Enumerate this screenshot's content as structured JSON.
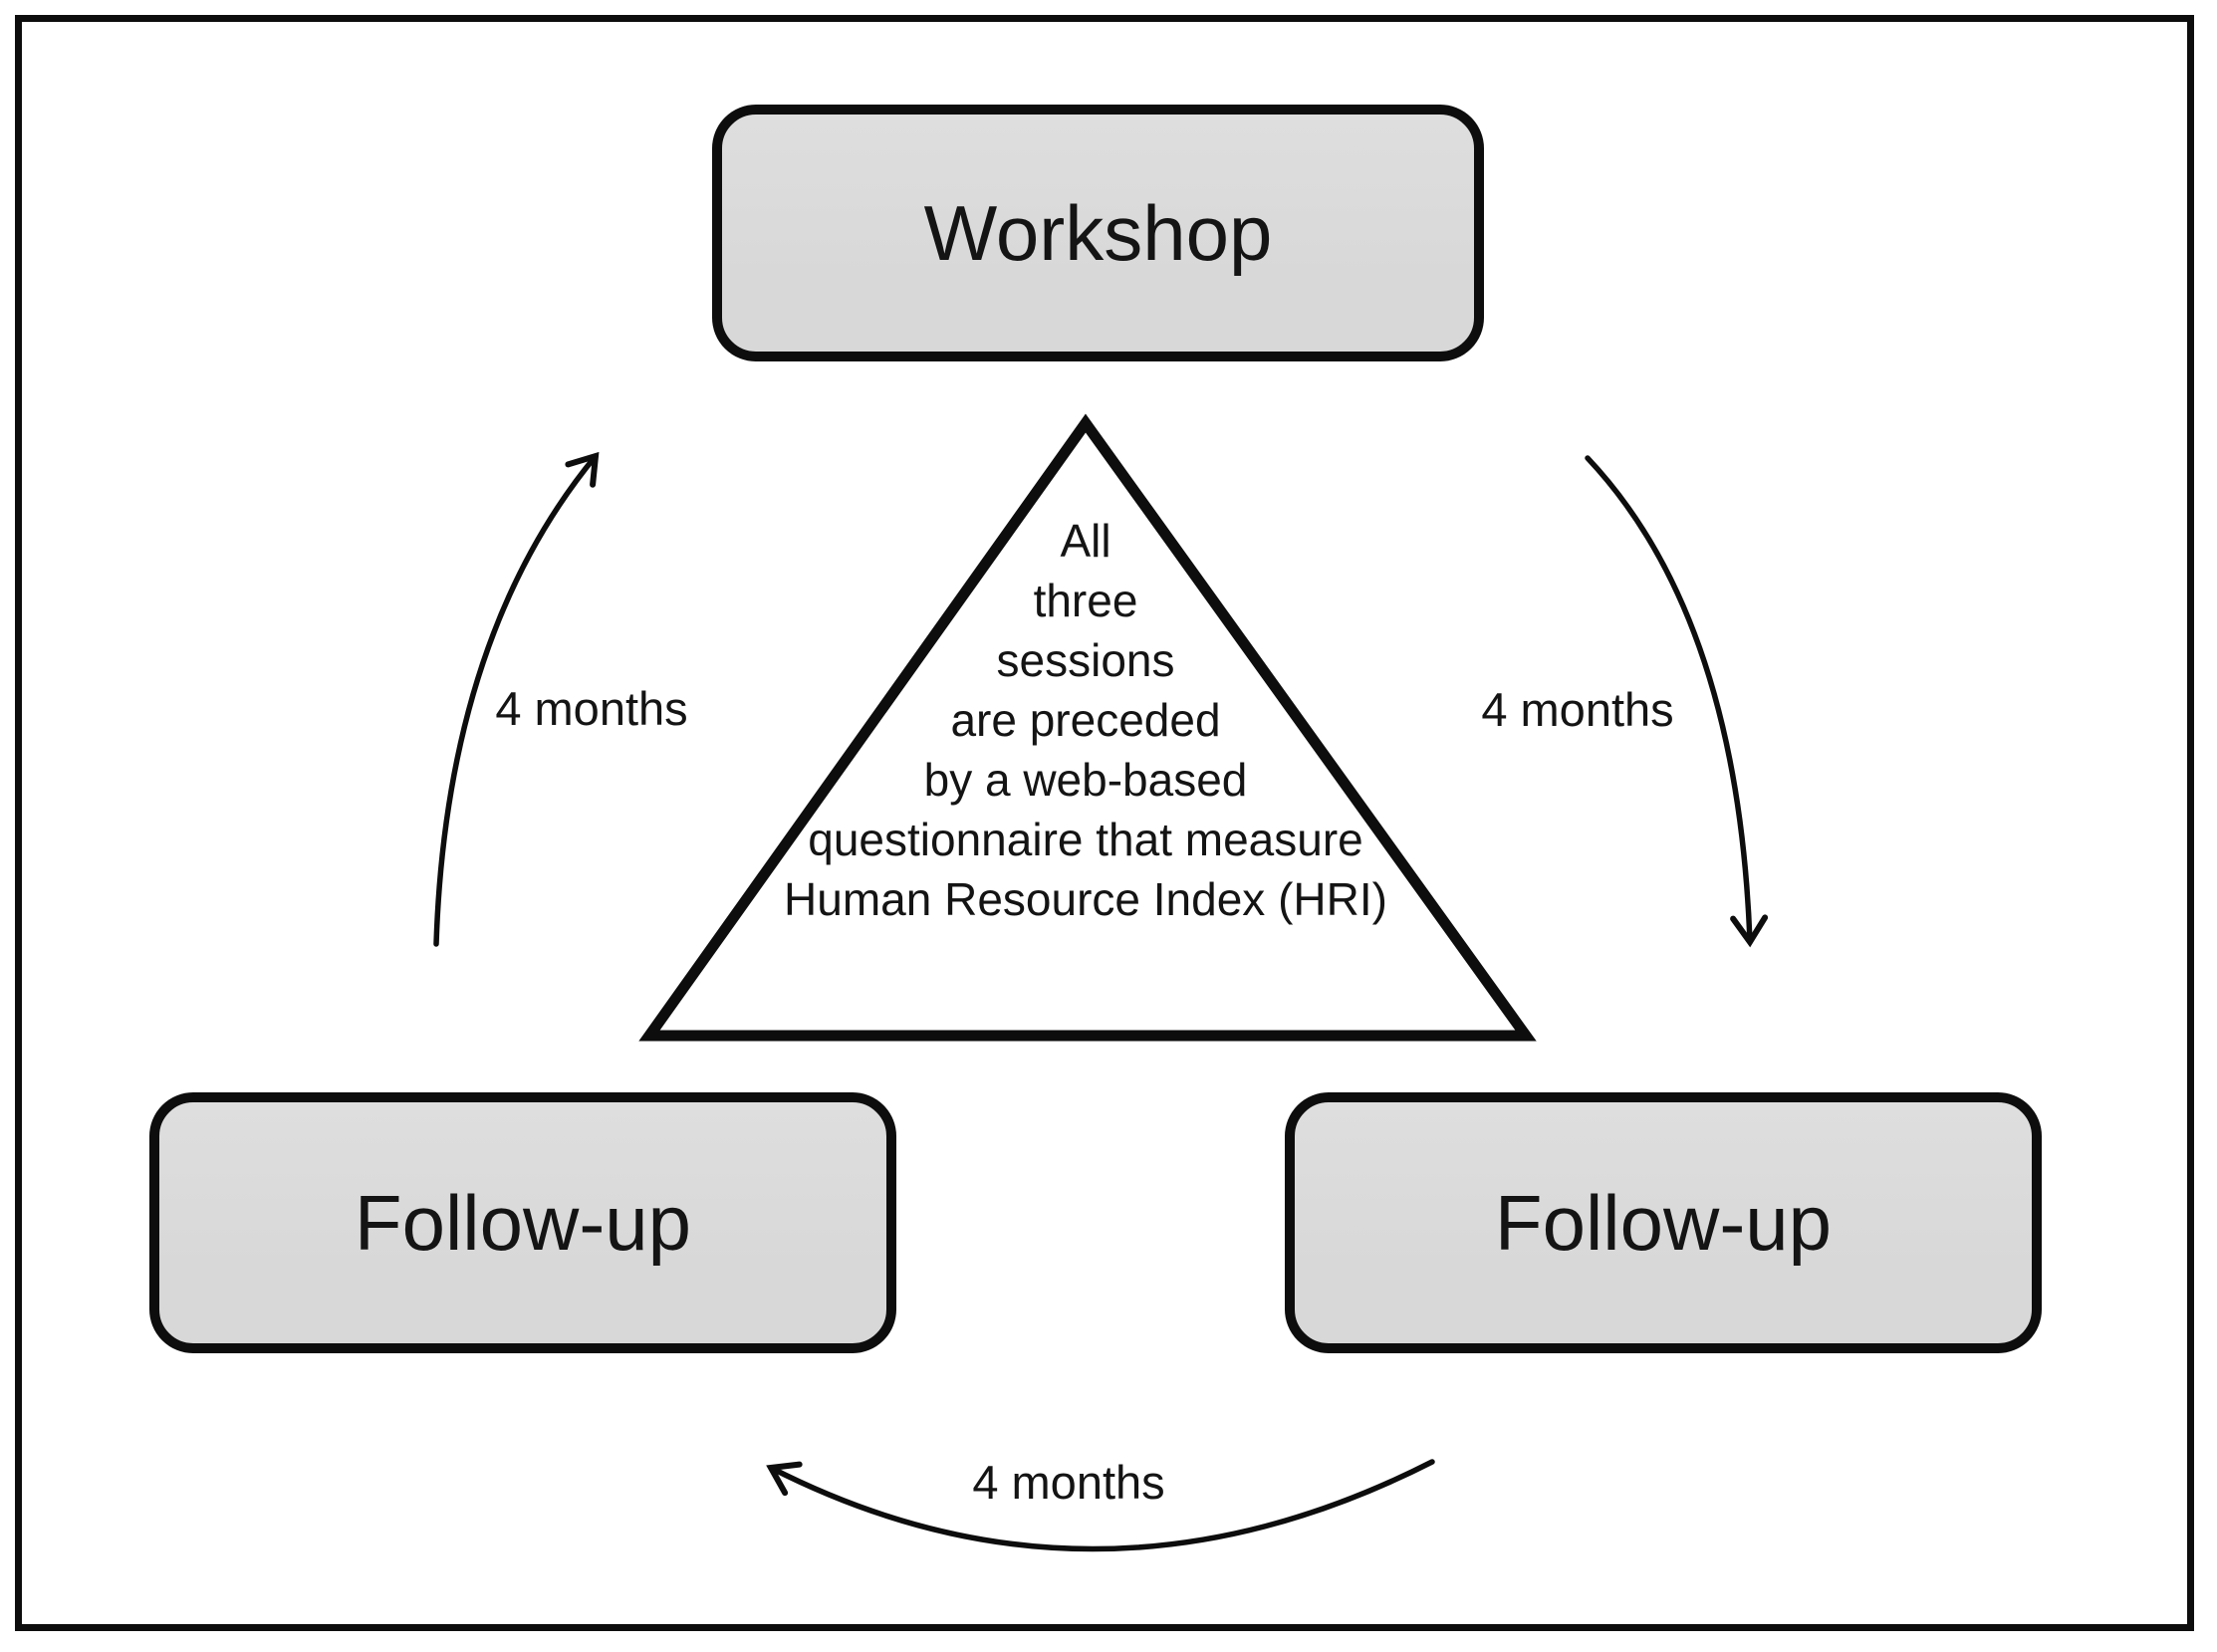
{
  "figure": {
    "nodes": {
      "workshop": "Workshop",
      "followup_left": "Follow-up",
      "followup_right": "Follow-up"
    },
    "triangle_note": {
      "lines": [
        "All",
        "three",
        "sessions",
        "are preceded",
        "by a web-based",
        "questionnaire that measure",
        "Human Resource Index (HRI)"
      ]
    },
    "intervals": {
      "left": "4 months",
      "right": "4 months",
      "bottom": "4 months"
    },
    "colors": {
      "bg": "#ffffff",
      "node_fill": "#d8d8d8",
      "node_fill_top": "#dedede",
      "stroke": "#0d0d0d",
      "text": "#141414"
    }
  }
}
